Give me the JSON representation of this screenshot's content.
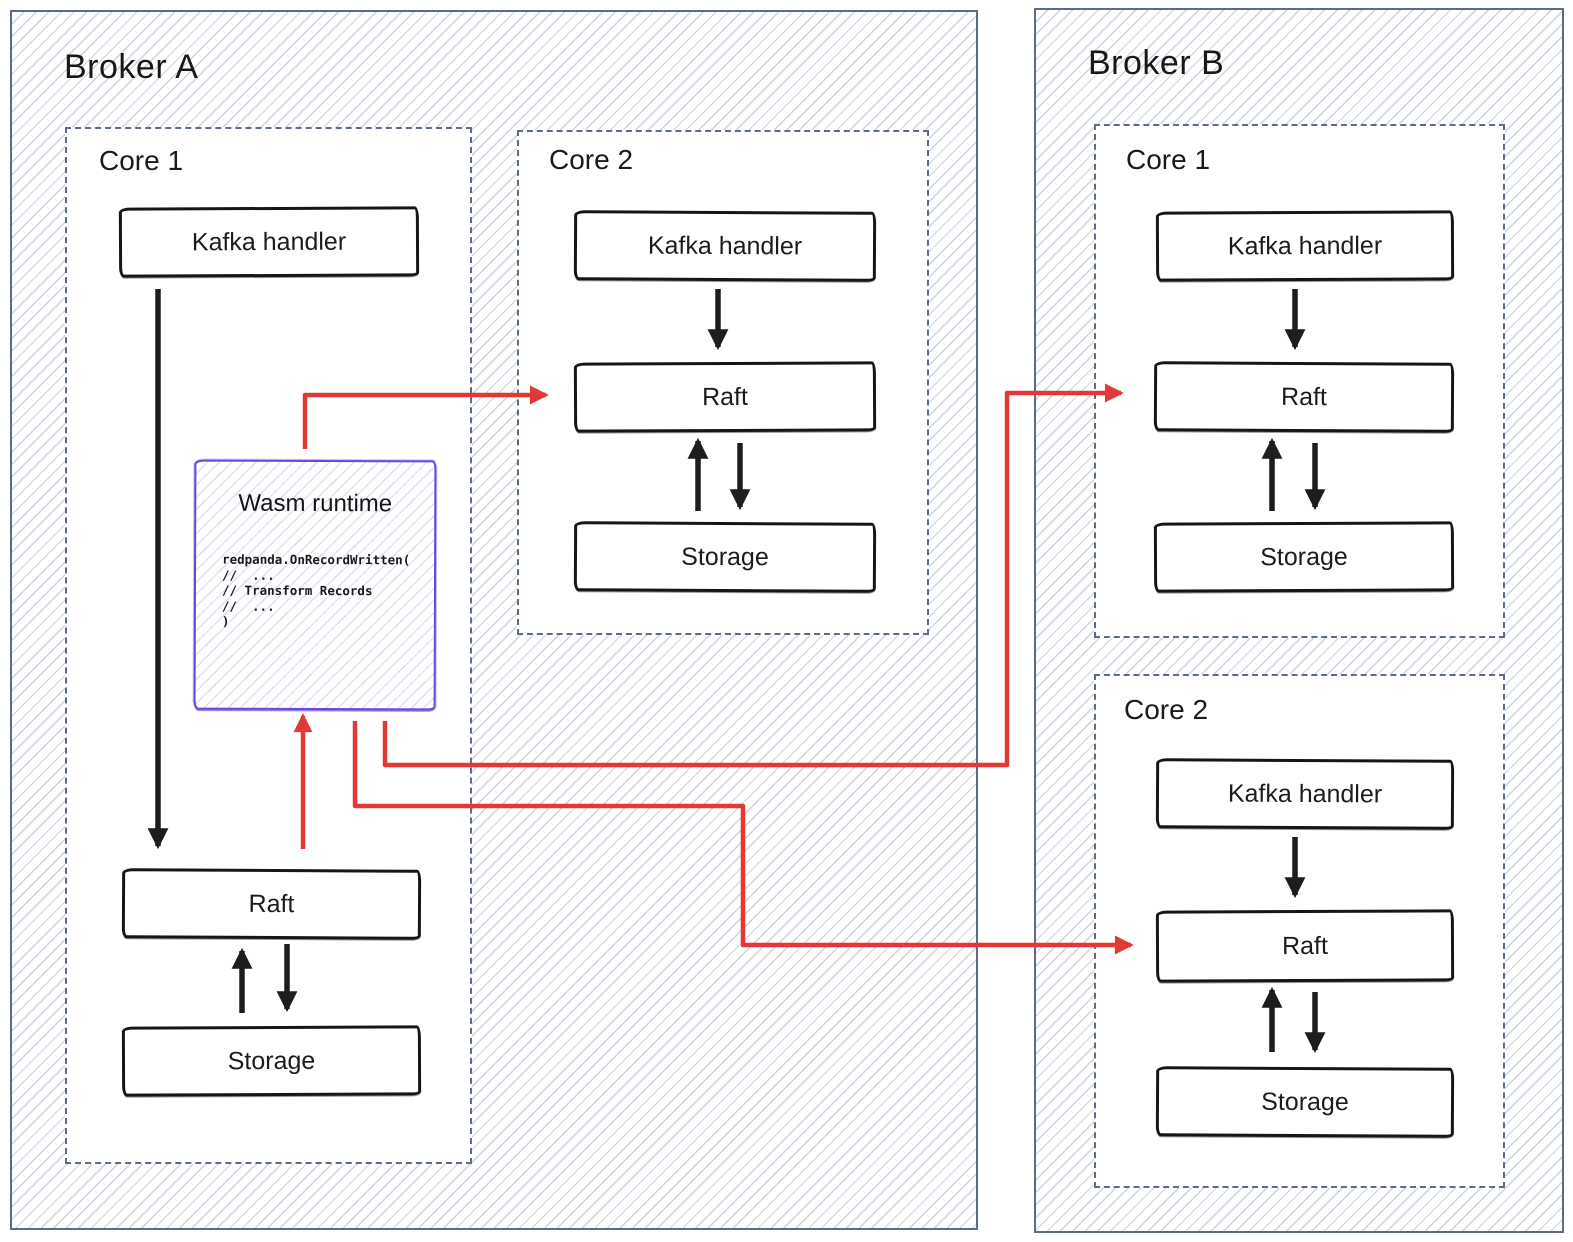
{
  "broker_a": {
    "title": "Broker A",
    "core1": {
      "label": "Core 1",
      "kafka_label": "Kafka handler",
      "raft_label": "Raft",
      "storage_label": "Storage",
      "wasm": {
        "title": "Wasm runtime",
        "code": "redpanda.OnRecordWritten(\n//  ...\n// Transform Records\n//  ...\n)"
      }
    },
    "core2": {
      "label": "Core 2",
      "kafka_label": "Kafka handler",
      "raft_label": "Raft",
      "storage_label": "Storage"
    }
  },
  "broker_b": {
    "title": "Broker B",
    "core1": {
      "label": "Core 1",
      "kafka_label": "Kafka handler",
      "raft_label": "Raft",
      "storage_label": "Storage"
    },
    "core2": {
      "label": "Core 2",
      "kafka_label": "Kafka handler",
      "raft_label": "Raft",
      "storage_label": "Storage"
    }
  },
  "colors": {
    "connector_red": "#e23936",
    "wasm_purple": "#6b46df",
    "frame_slate": "#5d6c85",
    "sketch_black": "#1d1d1d",
    "hatch_line": "#ccd3de"
  }
}
